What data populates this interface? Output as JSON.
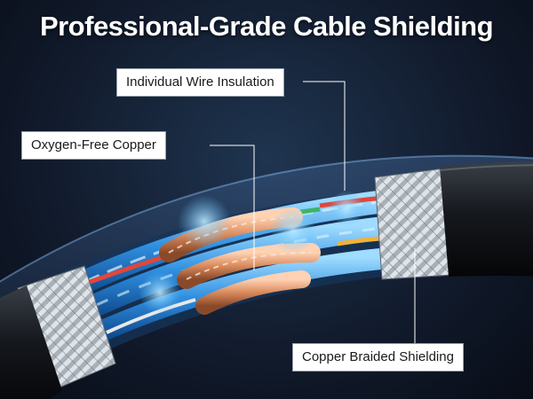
{
  "headline": "Professional-Grade Cable Shielding",
  "callouts": {
    "wire_insulation": "Individual Wire Insulation",
    "oxygen_free_copper": "Oxygen-Free Copper",
    "braided_shielding": "Copper Braided Shielding"
  },
  "colors": {
    "background": "#121c2e",
    "jacket": "#111418",
    "braid": "#b9bfc6",
    "insulation_blue": "#2f8fe0",
    "copper": "#d98a5c",
    "glow": "#5fc3ff"
  }
}
